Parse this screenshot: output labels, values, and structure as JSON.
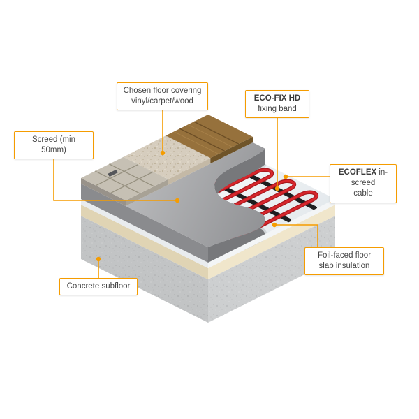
{
  "callouts": {
    "floor_covering": {
      "line1": "Chosen floor covering",
      "line2": "vinyl/carpet/wood"
    },
    "ecofix": {
      "bold": "ECO-FIX HD",
      "line2": "fixing band"
    },
    "screed": {
      "text": "Screed (min 50mm)"
    },
    "ecoflex": {
      "bold": "ECOFLEX",
      "rest": "in-screed",
      "line2": "cable"
    },
    "foil": {
      "line1": "Foil-faced floor",
      "line2": "slab insulation"
    },
    "concrete": {
      "text": "Concrete subfloor"
    }
  },
  "colors": {
    "accent": "#F59C00",
    "cable_red": "#D8262C",
    "fixing_band_black": "#1E1E20",
    "screed_gray": "#9B9C9E",
    "insulation_white": "#EEF1F3",
    "insulation_cream": "#EFE5C9",
    "concrete_gray": "#CDCFD0",
    "wood_brown": "#96713C",
    "carpet_beige": "#D6CDBE",
    "tile_gray": "#C6C0B4"
  }
}
